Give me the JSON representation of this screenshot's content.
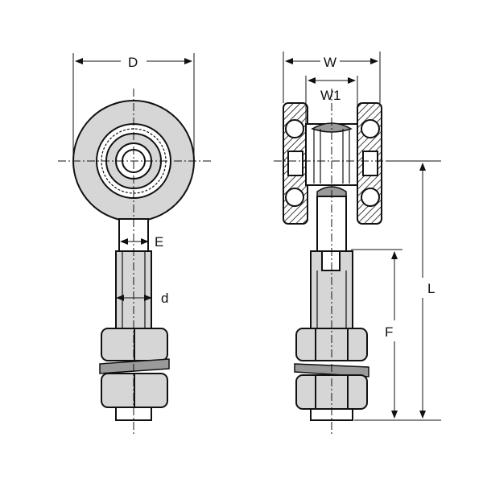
{
  "dimensions": {
    "D": "D",
    "E": "E",
    "d": "d",
    "W": "W",
    "W1": "W1",
    "L": "L",
    "F": "F"
  }
}
